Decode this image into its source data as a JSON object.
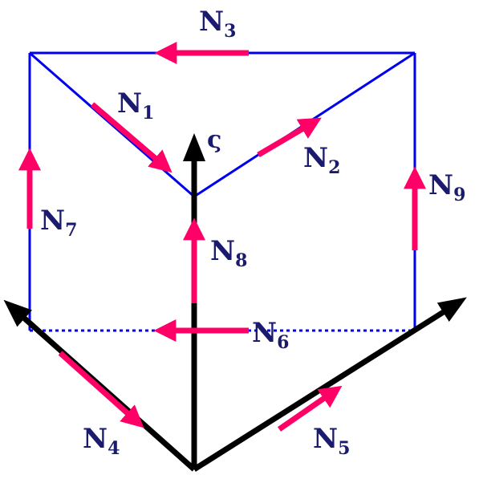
{
  "colors": {
    "edge": "#0000ee",
    "arrow": "#ff0066",
    "axis": "#000000",
    "label": "#1a1a6e"
  },
  "axis_label": "ς",
  "labels": [
    {
      "id": "n1",
      "base": "N",
      "sub": "1"
    },
    {
      "id": "n2",
      "base": "N",
      "sub": "2"
    },
    {
      "id": "n3",
      "base": "N",
      "sub": "3"
    },
    {
      "id": "n4",
      "base": "N",
      "sub": "4"
    },
    {
      "id": "n5",
      "base": "N",
      "sub": "5"
    },
    {
      "id": "n6",
      "base": "N",
      "sub": "6"
    },
    {
      "id": "n7",
      "base": "N",
      "sub": "7"
    },
    {
      "id": "n8",
      "base": "N",
      "sub": "8"
    },
    {
      "id": "n9",
      "base": "N",
      "sub": "9"
    }
  ]
}
